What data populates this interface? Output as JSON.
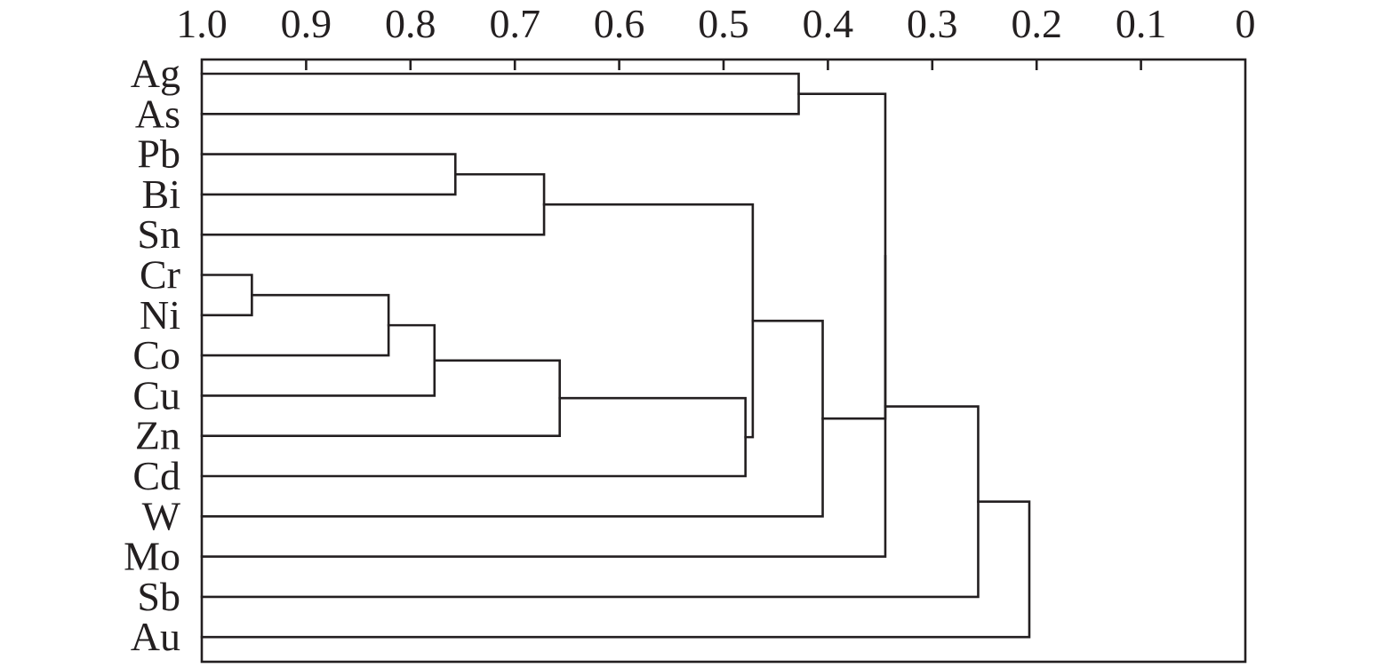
{
  "chart_data": {
    "type": "dendrogram",
    "orientation": "leaves-left, root-right",
    "x_axis": {
      "position": "top",
      "reversed": true,
      "range": [
        1.0,
        0
      ],
      "ticks": [
        1.0,
        0.9,
        0.8,
        0.7,
        0.6,
        0.5,
        0.4,
        0.3,
        0.2,
        0.1,
        0
      ],
      "tick_labels": [
        "1.0",
        "0.9",
        "0.8",
        "0.7",
        "0.6",
        "0.5",
        "0.4",
        "0.3",
        "0.2",
        "0.1",
        "0"
      ]
    },
    "leaves": [
      "Ag",
      "As",
      "Pb",
      "Bi",
      "Sn",
      "Cr",
      "Ni",
      "Co",
      "Cu",
      "Zn",
      "Cd",
      "W",
      "Mo",
      "Sb",
      "Au"
    ],
    "merges": [
      {
        "id": "c1",
        "left": "Cr",
        "right": "Ni",
        "height": 0.952
      },
      {
        "id": "c2",
        "left": "c1",
        "right": "Co",
        "height": 0.821
      },
      {
        "id": "c3",
        "left": "c2",
        "right": "Cu",
        "height": 0.777
      },
      {
        "id": "c4",
        "left": "c3",
        "right": "Zn",
        "height": 0.657
      },
      {
        "id": "c5",
        "left": "c4",
        "right": "Cd",
        "height": 0.479
      },
      {
        "id": "c6",
        "left": "Pb",
        "right": "Bi",
        "height": 0.757
      },
      {
        "id": "c7",
        "left": "c6",
        "right": "Sn",
        "height": 0.672
      },
      {
        "id": "c8",
        "left": "c7",
        "right": "c5",
        "height": 0.472
      },
      {
        "id": "c9",
        "left": "c8",
        "right": "W",
        "height": 0.405
      },
      {
        "id": "c10",
        "left": "Ag",
        "right": "As",
        "height": 0.428
      },
      {
        "id": "c11",
        "left": "c10",
        "right": "c9",
        "height": 0.345
      },
      {
        "id": "c12",
        "left": "c11",
        "right": "Mo",
        "height": 0.345
      },
      {
        "id": "c13",
        "left": "c12",
        "right": "Sb",
        "height": 0.256
      },
      {
        "id": "c14",
        "left": "c13",
        "right": "Au",
        "height": 0.207
      }
    ],
    "grid": false,
    "colors": {
      "line": "#231f20",
      "text": "#231f20",
      "background": "#ffffff"
    }
  }
}
